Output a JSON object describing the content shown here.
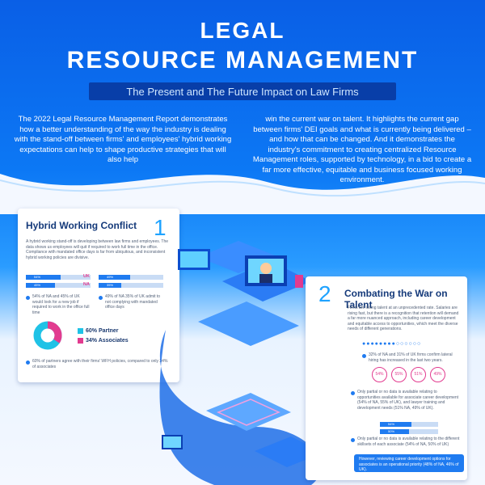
{
  "header": {
    "title_line1": "LEGAL",
    "title_line2": "RESOURCE MANAGEMENT",
    "subtitle": "The Present and The Future Impact on Law Firms"
  },
  "intro": {
    "left": "The 2022 Legal Resource Management Report demonstrates how a better understanding of the way the industry is dealing with the stand-off between firms' and employees' hybrid working expectations can help to shape productive strategies that will also help",
    "right": "win the current war on talent. It highlights the current gap between firms' DEI goals and what is currently being delivered – and how that can be changed. And it demonstrates the industry's commitment to creating centralized Resource Management roles, supported by technology, in a bid to create a far more effective, equitable and business focused working environment."
  },
  "card1": {
    "title": "Hybrid Working Conflict",
    "number": "1",
    "body": "A hybrid working stand-off is developing between law firms and employees. The data shows us employees will quit if required to work full time in the office. Compliance with mandated office days is far from ubiquitous, and inconsistent hybrid working policies are divisive.",
    "bars_left": [
      {
        "label": "54%",
        "value": 54
      },
      {
        "label": "45%",
        "value": 45
      }
    ],
    "bars_right": [
      {
        "label": "49%",
        "value": 49
      },
      {
        "label": "35%",
        "value": 35
      }
    ],
    "tag_uk": "UK",
    "tag_na": "NA",
    "note_left": "54% of NA and 45% of UK would look for a new job if required to work in the office full time",
    "note_right": "49% of NA 35% of UK admit to not complying with mandated office days",
    "legend": [
      {
        "label": "60% Partner",
        "color": "#1fc2e6"
      },
      {
        "label": "34% Associates",
        "color": "#e23b8f"
      }
    ],
    "note_bottom": "60% of partners agree with their firms' WFH policies, compared to only 34% of associates"
  },
  "card2": {
    "title": "Combating the War on Talent",
    "number": "2",
    "body": "Firms are losing talent at an unprecedented rate. Salaries are rising fast, but there is a recognition that retention will demand a far more nuanced approach, including career development and equitable access to opportunities, which meet the diverse needs of different generations.",
    "note1": "32% of NA and 31% of UK firms confirm lateral hiring has increased in the last two years.",
    "circles": [
      "54%",
      "55%",
      "51%",
      "49%"
    ],
    "note2": "Only partial or no data is available relating to opportunities available for associate career development (54% of NA, 55% of UK), and lawyer training and development needs (51% NA, 49% of UK).",
    "bars": [
      {
        "label": "54%",
        "value": 54
      },
      {
        "label": "50%",
        "value": 50
      }
    ],
    "note3": "Only partial or no data is available relating to the different skillsets of each associate (54% of NA, 50% of UK)",
    "tip": "However, reviewing career development options for associates is an operational priority (48% of NA, 46% of UK)."
  },
  "colors": {
    "accent": "#1f7bf0",
    "pink": "#e23b8f",
    "navy": "#153a7a"
  }
}
